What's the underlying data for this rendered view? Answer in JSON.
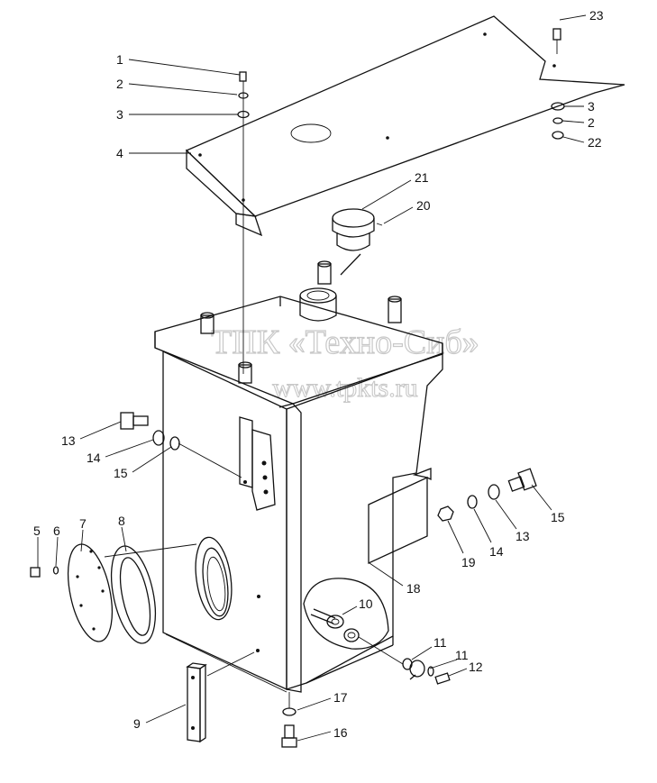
{
  "watermark": {
    "line1": "ТПК «Техно-Сиб»",
    "line2": "www.tpkts.ru"
  },
  "callouts": {
    "c1": "1",
    "c2a": "2",
    "c3a": "3",
    "c4": "4",
    "c23": "23",
    "c3b": "3",
    "c2b": "2",
    "c22": "22",
    "c21": "21",
    "c20": "20",
    "c13a": "13",
    "c14a": "14",
    "c15a": "15",
    "c5": "5",
    "c6": "6",
    "c7": "7",
    "c8": "8",
    "c9": "9",
    "c10": "10",
    "c18": "18",
    "c19": "19",
    "c14b": "14",
    "c13b": "13",
    "c15b": "15",
    "c11a": "11",
    "c11b": "11",
    "c12": "12",
    "c17": "17",
    "c16": "16"
  }
}
